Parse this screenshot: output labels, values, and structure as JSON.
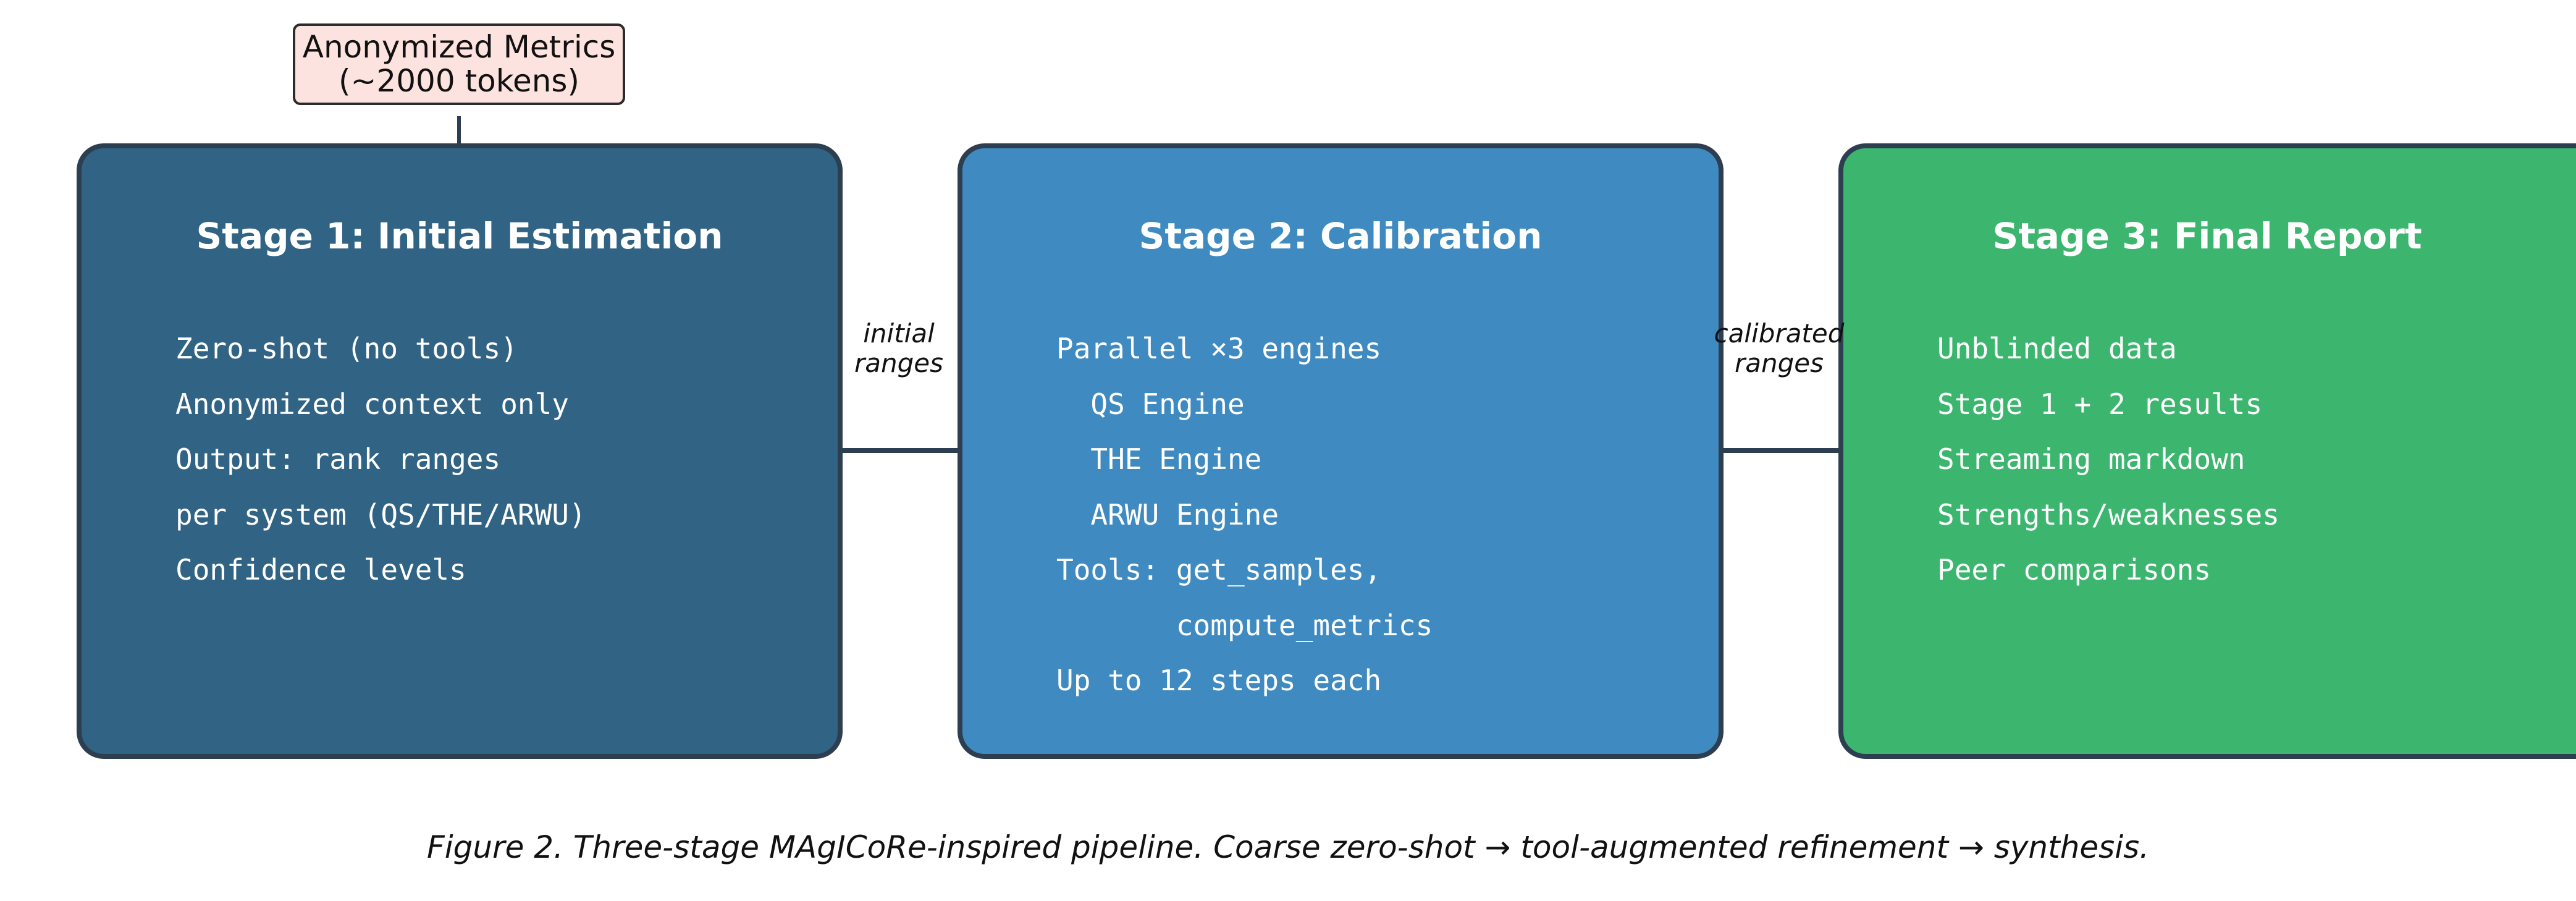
{
  "input": {
    "line1": "Anonymized Metrics",
    "line2": "(~2000 tokens)"
  },
  "stages": [
    {
      "title": "Stage 1: Initial Estimation",
      "lines": [
        "Zero-shot (no tools)",
        "Anonymized context only",
        "Output: rank ranges",
        "per system (QS/THE/ARWU)",
        "Confidence levels"
      ]
    },
    {
      "title": "Stage 2: Calibration",
      "lines": [
        "Parallel ×3 engines",
        "  QS Engine",
        "  THE Engine",
        "  ARWU Engine",
        "Tools: get_samples,",
        "       compute_metrics",
        "Up to 12 steps each"
      ]
    },
    {
      "title": "Stage 3: Final Report",
      "lines": [
        "Unblinded data",
        "Stage 1 + 2 results",
        "Streaming markdown",
        "Strengths/weaknesses",
        "Peer comparisons"
      ]
    }
  ],
  "edges": [
    {
      "line1": "initial",
      "line2": "ranges"
    },
    {
      "line1": "calibrated",
      "line2": "ranges"
    }
  ],
  "caption": "Figure 2. Three-stage MAgICoRe-inspired pipeline. Coarse zero-shot → tool-augmented refinement → synthesis.",
  "colors": {
    "input_fill": "#fde3df",
    "stage1_fill": "#316384",
    "stage2_fill": "#3f8bc1",
    "stage3_fill": "#3cb66f",
    "border": "#2c3e50",
    "arrow": "#2c3e50"
  }
}
